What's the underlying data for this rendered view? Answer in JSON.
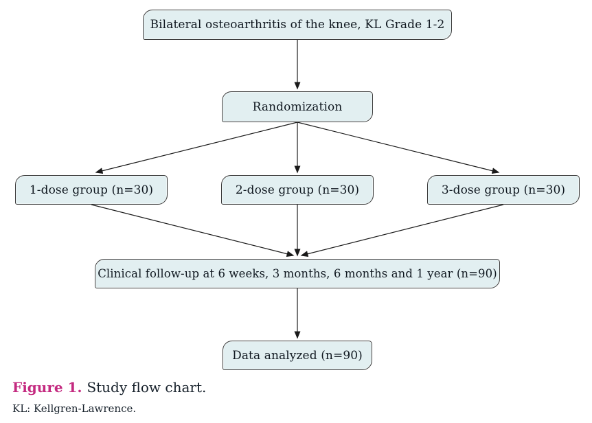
{
  "diagram": {
    "nodes": {
      "diagnosis": "Bilateral osteoarthritis of the knee, KL Grade 1-2",
      "randomization": "Randomization",
      "group1": "1-dose group (n=30)",
      "group2": "2-dose group (n=30)",
      "group3": "3-dose group (n=30)",
      "followup": "Clinical follow-up at 6 weeks, 3 months, 6 months and 1 year (n=90)",
      "analyzed": "Data analyzed (n=90)"
    },
    "caption": {
      "label": "Figure 1.",
      "title": "Study flow chart.",
      "footnote": "KL: Kellgren-Lawrence."
    },
    "colors": {
      "node_fill": "#e2eff1",
      "node_border": "#3a3a3a",
      "arrow": "#1a1a1a",
      "caption_label": "#c42a80",
      "text": "#101820"
    }
  }
}
